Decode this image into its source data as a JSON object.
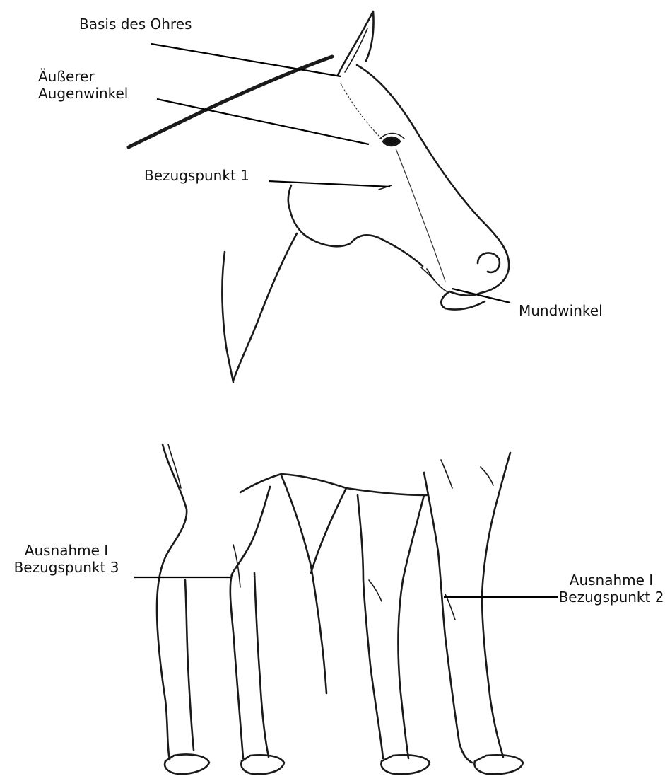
{
  "labels": {
    "ear_base": "Basis des Ohres",
    "outer_eye_line1": "Äußerer",
    "outer_eye_line2": "Augenwinkel",
    "ref_point_1": "Bezugspunkt 1",
    "mouth_corner": "Mundwinkel",
    "exception_left_line1": "Ausnahme I",
    "exception_left_line2": "Bezugspunkt 3",
    "exception_right_line1": "Ausnahme I",
    "exception_right_line2": "Bezugspunkt 2"
  },
  "icons": {
    "head": "horse-head-sketch",
    "legs": "horse-legs-sketch"
  }
}
